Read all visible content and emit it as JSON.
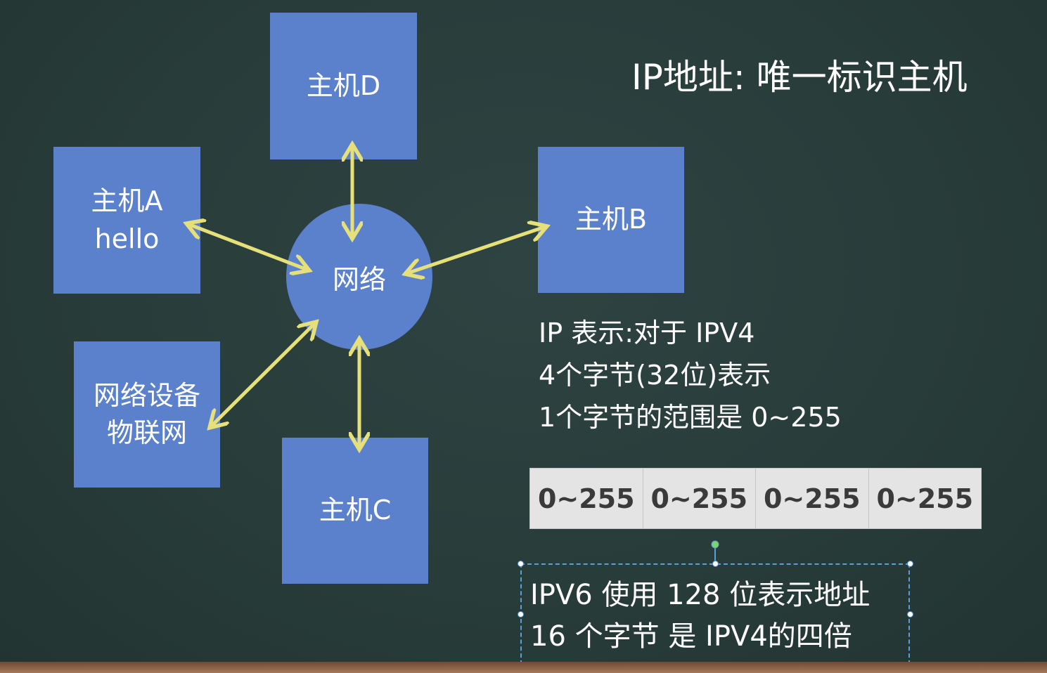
{
  "title": "IP地址: 唯一标识主机",
  "network": {
    "center": "网络",
    "hosts": {
      "a_line1": "主机A",
      "a_line2": "hello",
      "b": "主机B",
      "c": "主机C",
      "d": "主机D",
      "device_line1": "网络设备",
      "device_line2": "物联网"
    }
  },
  "info": {
    "line1": "IP 表示:对于 IPV4",
    "line2": "4个字节(32位)表示",
    "line3": "1个字节的范围是 0~255"
  },
  "ipv4_cells": [
    "0~255",
    "0~255",
    "0~255",
    "0~255"
  ],
  "ipv6": {
    "line1": "IPV6 使用 128 位表示地址",
    "line2": "16 个字节  是 IPV4的四倍"
  },
  "colors": {
    "background": "#2a3e3c",
    "box": "#5b80cc",
    "arrow": "#e6e07a",
    "selection": "#5aa0d8"
  }
}
